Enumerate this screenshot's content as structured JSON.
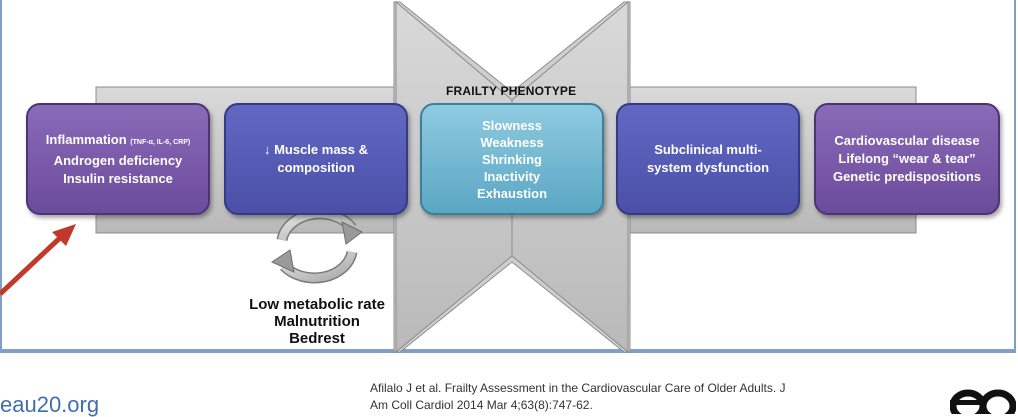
{
  "diagram": {
    "phenotype_title": "FRAILTY PHENOTYPE",
    "box1": {
      "main": "Inflammation",
      "small": "(TNF-α, IL-6, CRP)",
      "line2": "Androgen deficiency",
      "line3": "Insulin resistance"
    },
    "box2": {
      "line1": "↓ Muscle mass &",
      "line2": "composition"
    },
    "box3": {
      "line1": "Slowness",
      "line2": "Weakness",
      "line3": "Shrinking",
      "line4": "Inactivity",
      "line5": "Exhaustion"
    },
    "box4": {
      "line1": "Subclinical multi-",
      "line2": "system dysfunction"
    },
    "box5": {
      "line1": "Cardiovascular disease",
      "line2": "Lifelong “wear & tear”",
      "line3": "Genetic predispositions"
    },
    "cycle": {
      "line1": "Low metabolic rate",
      "line2": "Malnutrition",
      "line3": "Bedrest"
    }
  },
  "footer": {
    "url": "eau20.org",
    "citation_line1": "Afilalo J et al. Frailty Assessment in the Cardiovascular Care of Older Adults. J",
    "citation_line2": "Am Coll Cardiol 2014 Mar 4;63(8):747-62."
  },
  "colors": {
    "purple": "#7a5aaa",
    "blue": "#5559b5",
    "teal": "#74b8d2",
    "arrow_red": "#c0392b",
    "frame_blue": "#7f9fc7",
    "url_blue": "#3f6fb0"
  }
}
